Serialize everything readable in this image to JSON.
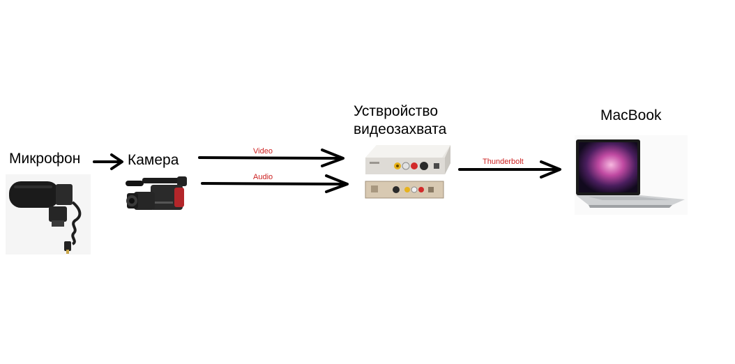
{
  "nodes": {
    "microphone": {
      "label": "Микрофон"
    },
    "camera": {
      "label": "Камера"
    },
    "capture_device": {
      "label_line1": "Уствройство",
      "label_line2": "видеозахвата"
    },
    "macbook": {
      "label": "MacBook"
    }
  },
  "connections": {
    "video": {
      "label": "Video"
    },
    "audio": {
      "label": "Audio"
    },
    "thunderbolt": {
      "label": "Thunderbolt"
    }
  },
  "colors": {
    "arrow": "#000000",
    "connection_label": "#cc1f1f",
    "background": "#ffffff"
  },
  "icons": {
    "microphone": "shotgun-microphone-icon",
    "camera": "camcorder-icon",
    "capture_device": "video-capture-box-icon",
    "macbook": "laptop-icon"
  }
}
